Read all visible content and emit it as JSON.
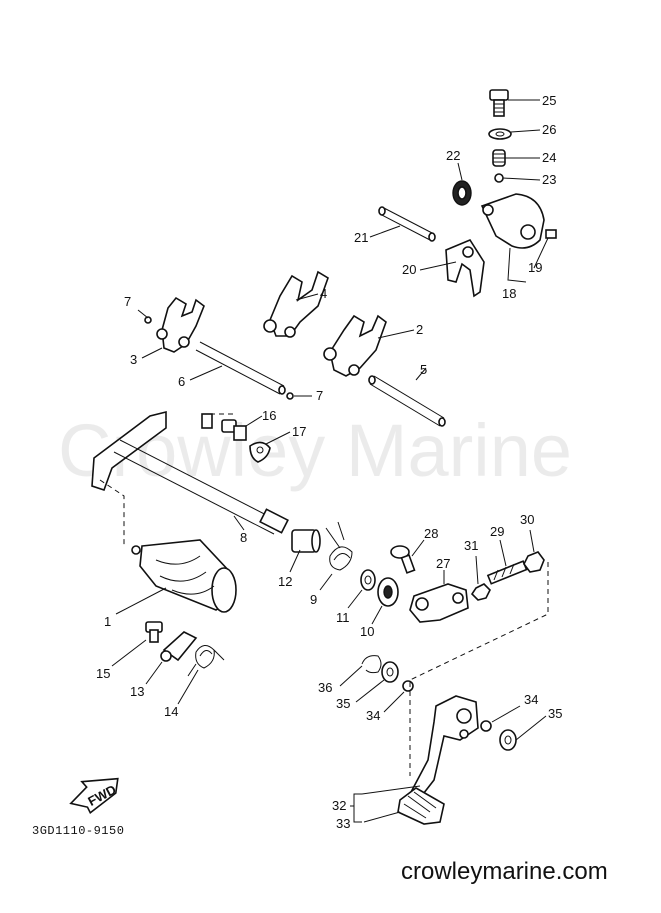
{
  "watermark": "Crowley Marine",
  "diagram_code": "3GD1110-9150",
  "site_text": "crowleymarine.com",
  "fwd_label": "FWD",
  "callouts": [
    "25",
    "26",
    "24",
    "23",
    "22",
    "21",
    "20",
    "19",
    "18",
    "7",
    "4",
    "2",
    "3",
    "6",
    "7",
    "5",
    "16",
    "17",
    "8",
    "28",
    "30",
    "29",
    "31",
    "27",
    "12",
    "9",
    "11",
    "10",
    "1",
    "15",
    "13",
    "14",
    "36",
    "35",
    "34",
    "34",
    "35",
    "32",
    "33"
  ]
}
